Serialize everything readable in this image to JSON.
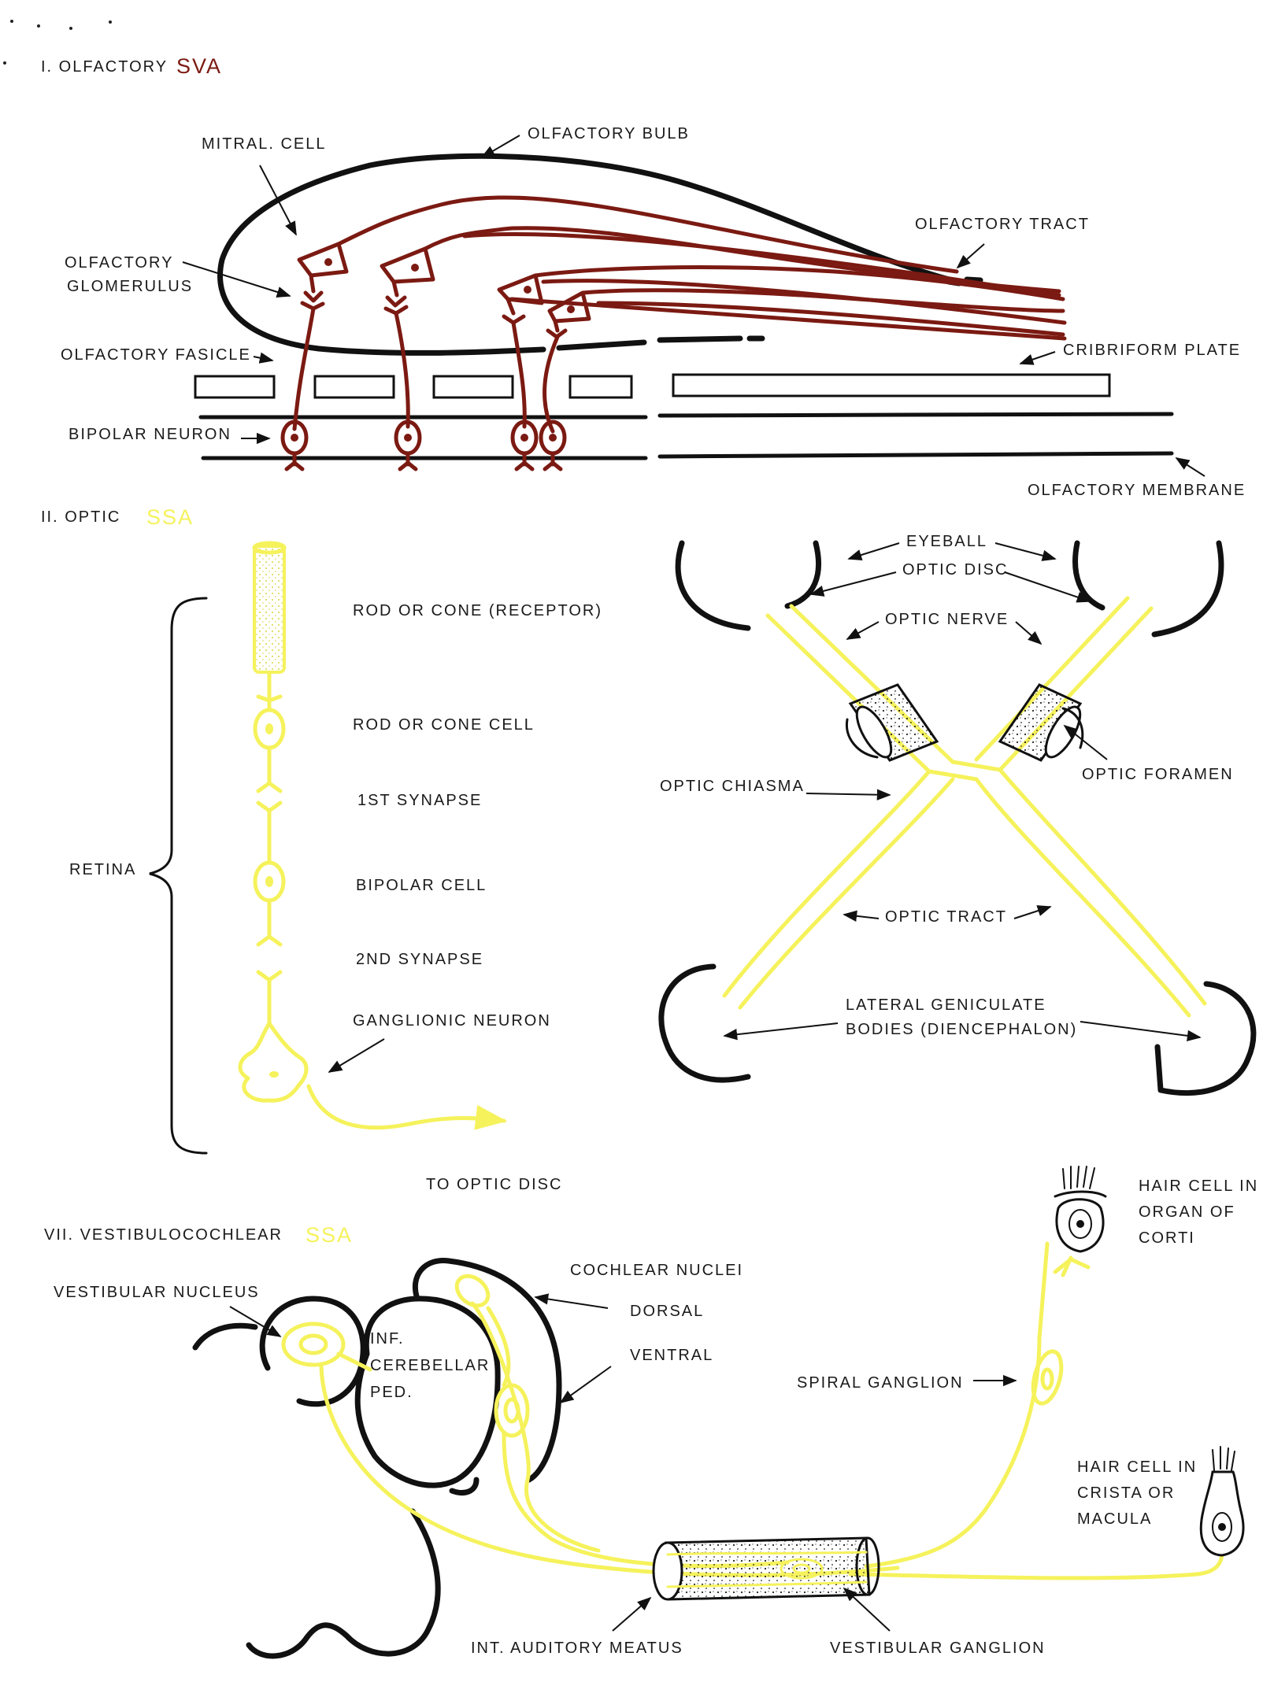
{
  "colors": {
    "svn_red": "#7b1a12",
    "ssa_yellow": "#f5f25c",
    "line_black": "#111111"
  },
  "olfactory": {
    "title": "I. OLFACTORY",
    "modality": "SVA",
    "labels": {
      "mitral_cell": "MITRAL. CELL",
      "olfactory_bulb": "OLFACTORY BULB",
      "olfactory_tract": "OLFACTORY TRACT",
      "glomerulus_1": "OLFACTORY",
      "glomerulus_2": "GLOMERULUS",
      "fasicle": "OLFACTORY FASICLE",
      "cribriform": "CRIBRIFORM PLATE",
      "bipolar": "BIPOLAR NEURON",
      "membrane": "OLFACTORY MEMBRANE"
    }
  },
  "optic": {
    "title": "II. OPTIC",
    "modality": "SSA",
    "labels": {
      "rod_receptor": "ROD OR CONE (RECEPTOR)",
      "rod_cell": "ROD OR CONE CELL",
      "syn1": "1ST SYNAPSE",
      "bipolar": "BIPOLAR CELL",
      "syn2": "2ND SYNAPSE",
      "ganglionic": "GANGLIONIC NEURON",
      "retina": "RETINA",
      "to_disc": "TO OPTIC DISC",
      "eyeball": "EYEBALL",
      "optic_disc": "OPTIC DISC",
      "optic_nerve": "OPTIC NERVE",
      "optic_foramen": "OPTIC FORAMEN",
      "optic_chiasma": "OPTIC CHIASMA",
      "optic_tract": "OPTIC TRACT",
      "lgb_1": "LATERAL GENICULATE",
      "lgb_2": "BODIES (DIENCEPHALON)"
    }
  },
  "vestibulocochlear": {
    "title": "VII. VESTIBULOCOCHLEAR",
    "modality": "SSA",
    "labels": {
      "vest_nucleus": "VESTIBULAR NUCLEUS",
      "icp_1": "INF.",
      "icp_2": "CEREBELLAR",
      "icp_3": "PED.",
      "cochlear_nuclei": "COCHLEAR NUCLEI",
      "dorsal": "DORSAL",
      "ventral": "VENTRAL",
      "hair_corti_1": "HAIR CELL IN",
      "hair_corti_2": "ORGAN OF",
      "hair_corti_3": "CORTI",
      "spiral_ganglion": "SPIRAL GANGLION",
      "hair_crista_1": "HAIR CELL IN",
      "hair_crista_2": "CRISTA OR",
      "hair_crista_3": "MACULA",
      "int_meatus": "INT. AUDITORY MEATUS",
      "vest_ganglion": "VESTIBULAR GANGLION"
    }
  }
}
